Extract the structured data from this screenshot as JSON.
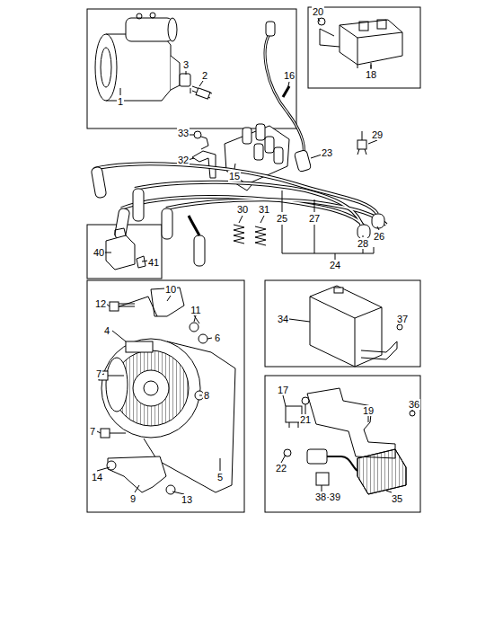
{
  "diagram": {
    "labels": [
      "1",
      "2",
      "3",
      "16",
      "20",
      "18",
      "33",
      "29",
      "32",
      "15",
      "23",
      "30",
      "31",
      "25",
      "27",
      "28",
      "26",
      "24",
      "40",
      "41",
      "10",
      "12",
      "11",
      "4",
      "6",
      "7",
      "8",
      "7",
      "14",
      "9",
      "13",
      "5",
      "34",
      "37",
      "17",
      "21",
      "19",
      "36",
      "22",
      "38·39",
      "35"
    ]
  }
}
